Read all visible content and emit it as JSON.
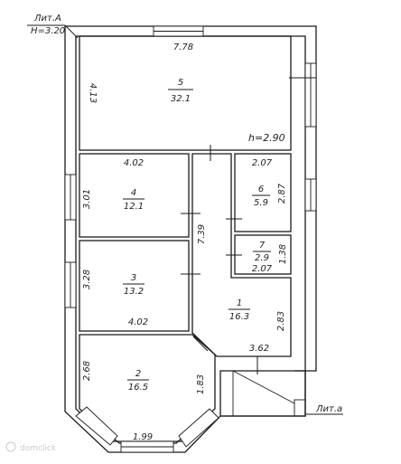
{
  "header": {
    "lit": "Лит.А",
    "height": "Н=3.20"
  },
  "footer": {
    "lit": "Лит.а"
  },
  "ceiling_note": "h=2.90",
  "rooms": [
    {
      "id": "5",
      "area": "32.1"
    },
    {
      "id": "4",
      "area": "12.1"
    },
    {
      "id": "6",
      "area": "5.9"
    },
    {
      "id": "7",
      "area": "2.9"
    },
    {
      "id": "3",
      "area": "13.2"
    },
    {
      "id": "1",
      "area": "16.3"
    },
    {
      "id": "2",
      "area": "16.5"
    }
  ],
  "dims": {
    "r5_top": "7.78",
    "r5_side": "4.13",
    "r4_top": "4.02",
    "r4_side": "3.01",
    "r6_top": "2.07",
    "r6_side": "2.87",
    "r7_side": "1.38",
    "r7_bottom": "2.07",
    "corridor": "7.39",
    "r3_side": "3.28",
    "r3_bottom": "4.02",
    "r1_side": "2.83",
    "r1_bottom": "3.62",
    "r2_side_left": "2.68",
    "r2_side_right": "1.83",
    "r2_bottom": "1.99"
  },
  "watermark": "domclick"
}
